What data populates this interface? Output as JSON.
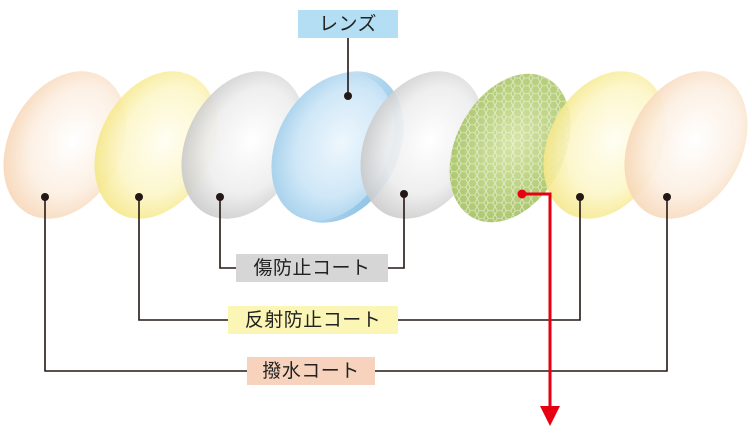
{
  "labels": {
    "lens": "レンズ",
    "scratch_coat": "傷防止コート",
    "antireflection_coat": "反射防止コート",
    "water_repellent_coat": "撥水コート"
  },
  "colors": {
    "lens_label_bg": "#b3def3",
    "scratch_label_bg": "#d6d6d6",
    "antireflection_label_bg": "#fbf6b6",
    "water_repellent_label_bg": "#f7d3bd",
    "leader_line": "#231815",
    "highlight_arrow": "#e60012",
    "peach_disc": "#f6d3b0",
    "yellow_disc": "#f7ea8a",
    "gray_disc": "#c9c9c9",
    "blue_disc": "#a9d4ee",
    "green_disc": "#b7cf7d"
  },
  "icons": {
    "arrow": "down-arrow-icon"
  }
}
